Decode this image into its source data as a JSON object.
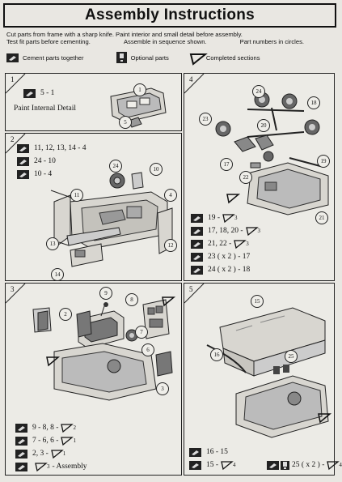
{
  "header": {
    "title": "Assembly Instructions"
  },
  "intro": {
    "line1": "Cut parts from frame with a sharp knife. Paint interior and small detail before assembly.",
    "line2a": "Test fit parts before cementing.",
    "line2b": "Assemble in sequence shown.",
    "line2c": "Part numbers in circles."
  },
  "legend": {
    "cement": "Cement parts together",
    "optional": "Optional parts",
    "completed": "Completed sections"
  },
  "steps": {
    "s1": {
      "num": "1",
      "lines": [
        "5 - 1"
      ],
      "note": "Paint Internal Detail",
      "callouts": [
        "1",
        "5"
      ]
    },
    "s2": {
      "num": "2",
      "lines": [
        "11, 12, 13, 14 - 4",
        "24 - 10",
        "10 - 4"
      ],
      "callouts": [
        "24",
        "10",
        "11",
        "4",
        "13",
        "12",
        "14"
      ]
    },
    "s3": {
      "num": "3",
      "lines": [
        "9 - 8, 8 -",
        "7 - 6, 6 -",
        "2, 3 -",
        "- Assembly"
      ],
      "flags": [
        "2",
        "1",
        "1",
        "3"
      ],
      "callouts": [
        "9",
        "8",
        "2",
        "7",
        "6",
        "3"
      ]
    },
    "s4": {
      "num": "4",
      "lines": [
        "19 -",
        "17, 18, 20 -",
        "21, 22 -",
        "23 ( x 2 ) - 17",
        "24 ( x 2 ) - 18"
      ],
      "flags": [
        "3",
        "3",
        "3"
      ],
      "callouts": [
        "24",
        "18",
        "23",
        "20",
        "17",
        "22",
        "19",
        "21"
      ]
    },
    "s5": {
      "num": "5",
      "lines": [
        "16 - 15",
        "15 -",
        "25 ( x 2 ) -"
      ],
      "flags": [
        "4",
        "4"
      ],
      "callouts": [
        "15",
        "16",
        "25"
      ]
    }
  }
}
